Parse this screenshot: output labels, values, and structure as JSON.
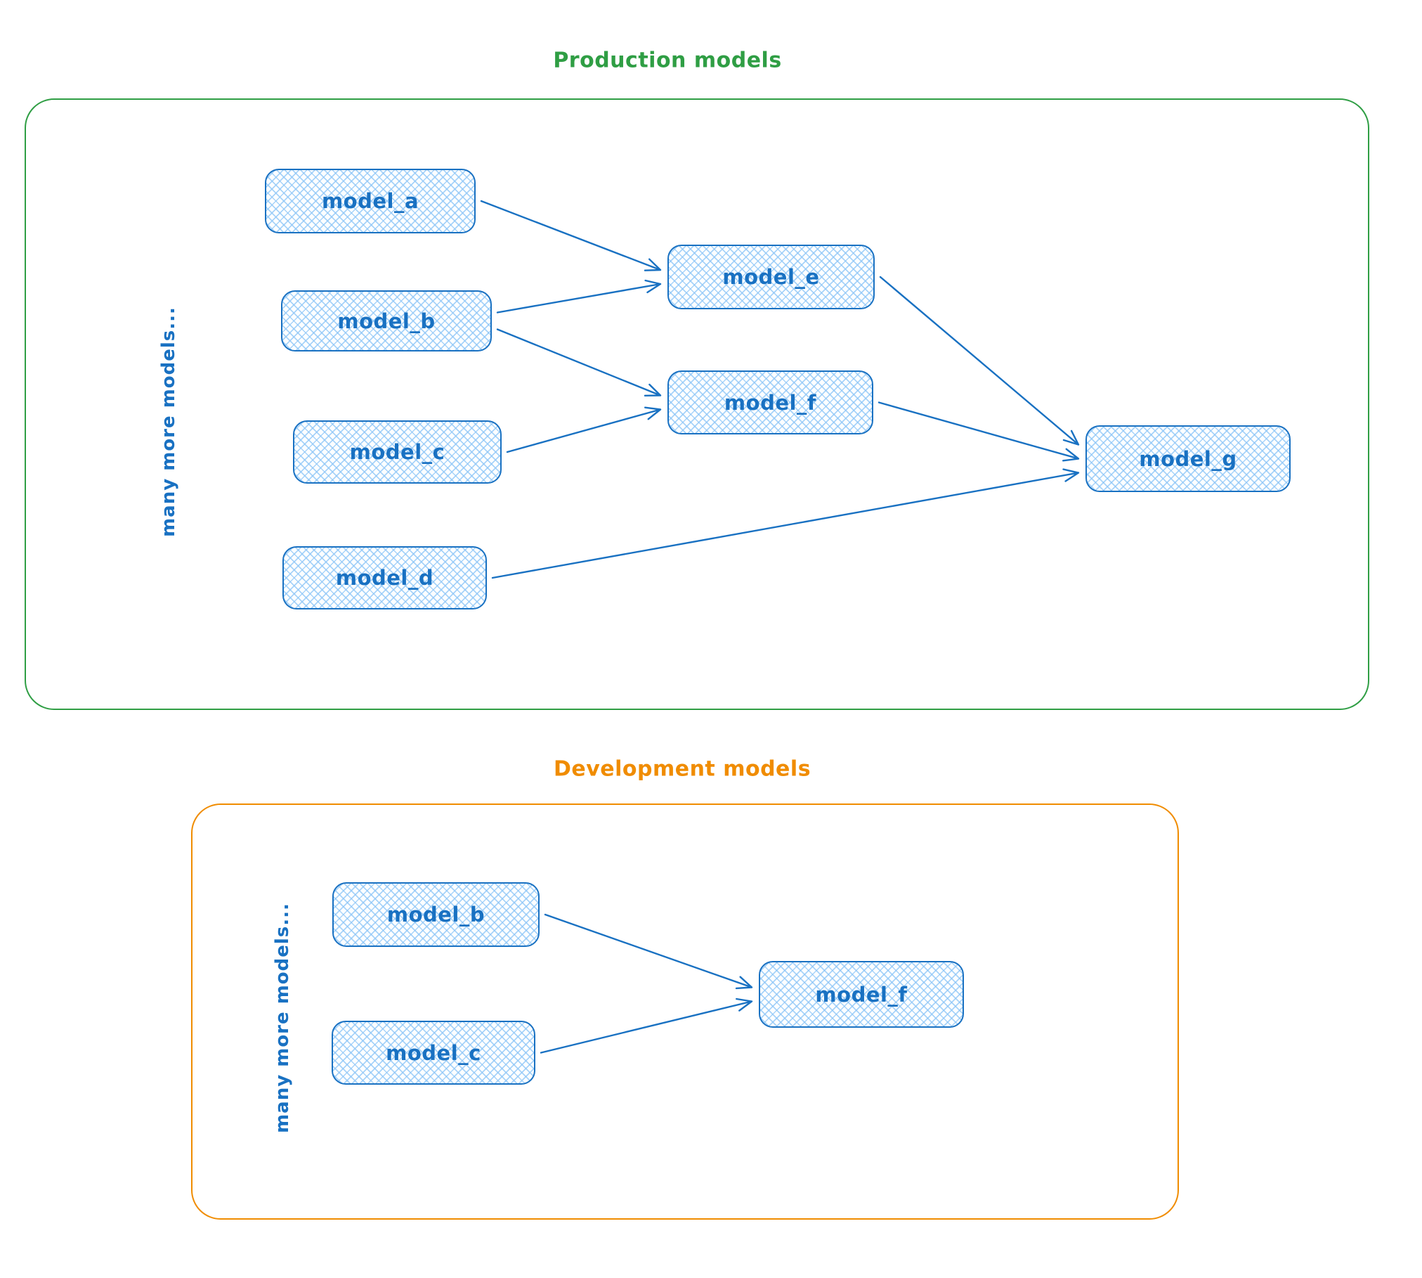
{
  "diagram": {
    "node_style": {
      "stroke": "#1971c2",
      "hatch_fill": "#a5d8ff",
      "text": "#1971c2"
    },
    "production": {
      "title": "Production models",
      "accent_color": "#2f9e44",
      "side_label": "many more models...",
      "nodes": [
        {
          "id": "model_a",
          "label": "model_a"
        },
        {
          "id": "model_b",
          "label": "model_b"
        },
        {
          "id": "model_c",
          "label": "model_c"
        },
        {
          "id": "model_d",
          "label": "model_d"
        },
        {
          "id": "model_e",
          "label": "model_e"
        },
        {
          "id": "model_f",
          "label": "model_f"
        },
        {
          "id": "model_g",
          "label": "model_g"
        }
      ],
      "edges": [
        {
          "from": "model_a",
          "to": "model_e"
        },
        {
          "from": "model_b",
          "to": "model_e"
        },
        {
          "from": "model_b",
          "to": "model_f"
        },
        {
          "from": "model_c",
          "to": "model_f"
        },
        {
          "from": "model_e",
          "to": "model_g"
        },
        {
          "from": "model_f",
          "to": "model_g"
        },
        {
          "from": "model_d",
          "to": "model_g"
        }
      ]
    },
    "development": {
      "title": "Development models",
      "accent_color": "#f08c00",
      "side_label": "many more models...",
      "nodes": [
        {
          "id": "model_b",
          "label": "model_b"
        },
        {
          "id": "model_c",
          "label": "model_c"
        },
        {
          "id": "model_f",
          "label": "model_f"
        }
      ],
      "edges": [
        {
          "from": "model_b",
          "to": "model_f"
        },
        {
          "from": "model_c",
          "to": "model_f"
        }
      ]
    }
  }
}
